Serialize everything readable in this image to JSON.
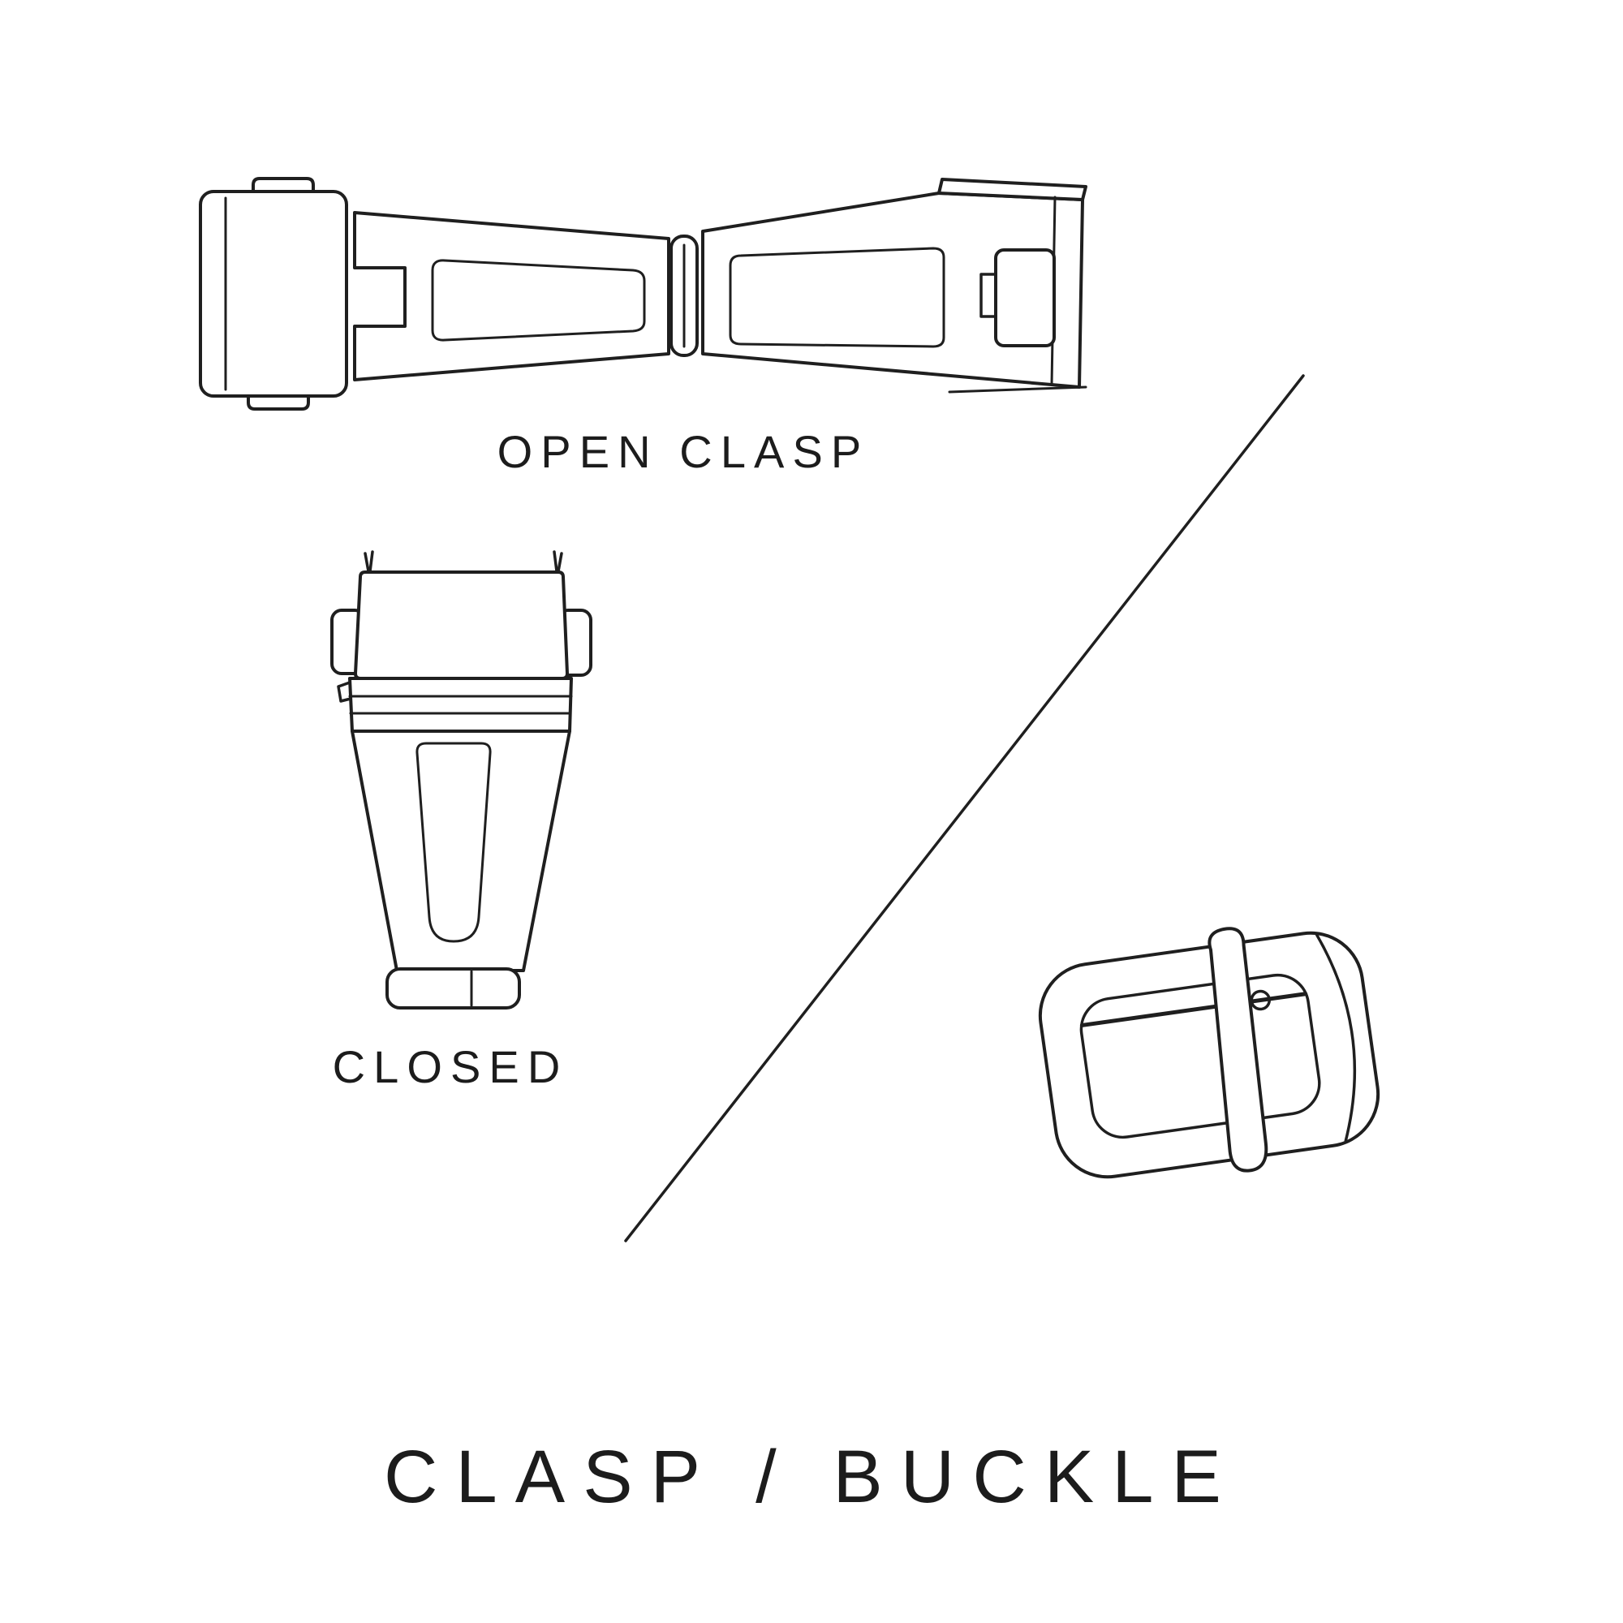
{
  "page": {
    "background": "#ffffff",
    "ink_color": "#1f1f1f"
  },
  "labels": {
    "open_clasp": "OPEN CLASP",
    "closed": "CLOSED",
    "title": "CLASP / BUCKLE"
  },
  "illustrations": [
    {
      "name": "open-clasp",
      "caption": "OPEN CLASP"
    },
    {
      "name": "closed-clasp",
      "caption": "CLOSED"
    },
    {
      "name": "buckle",
      "caption": ""
    }
  ]
}
